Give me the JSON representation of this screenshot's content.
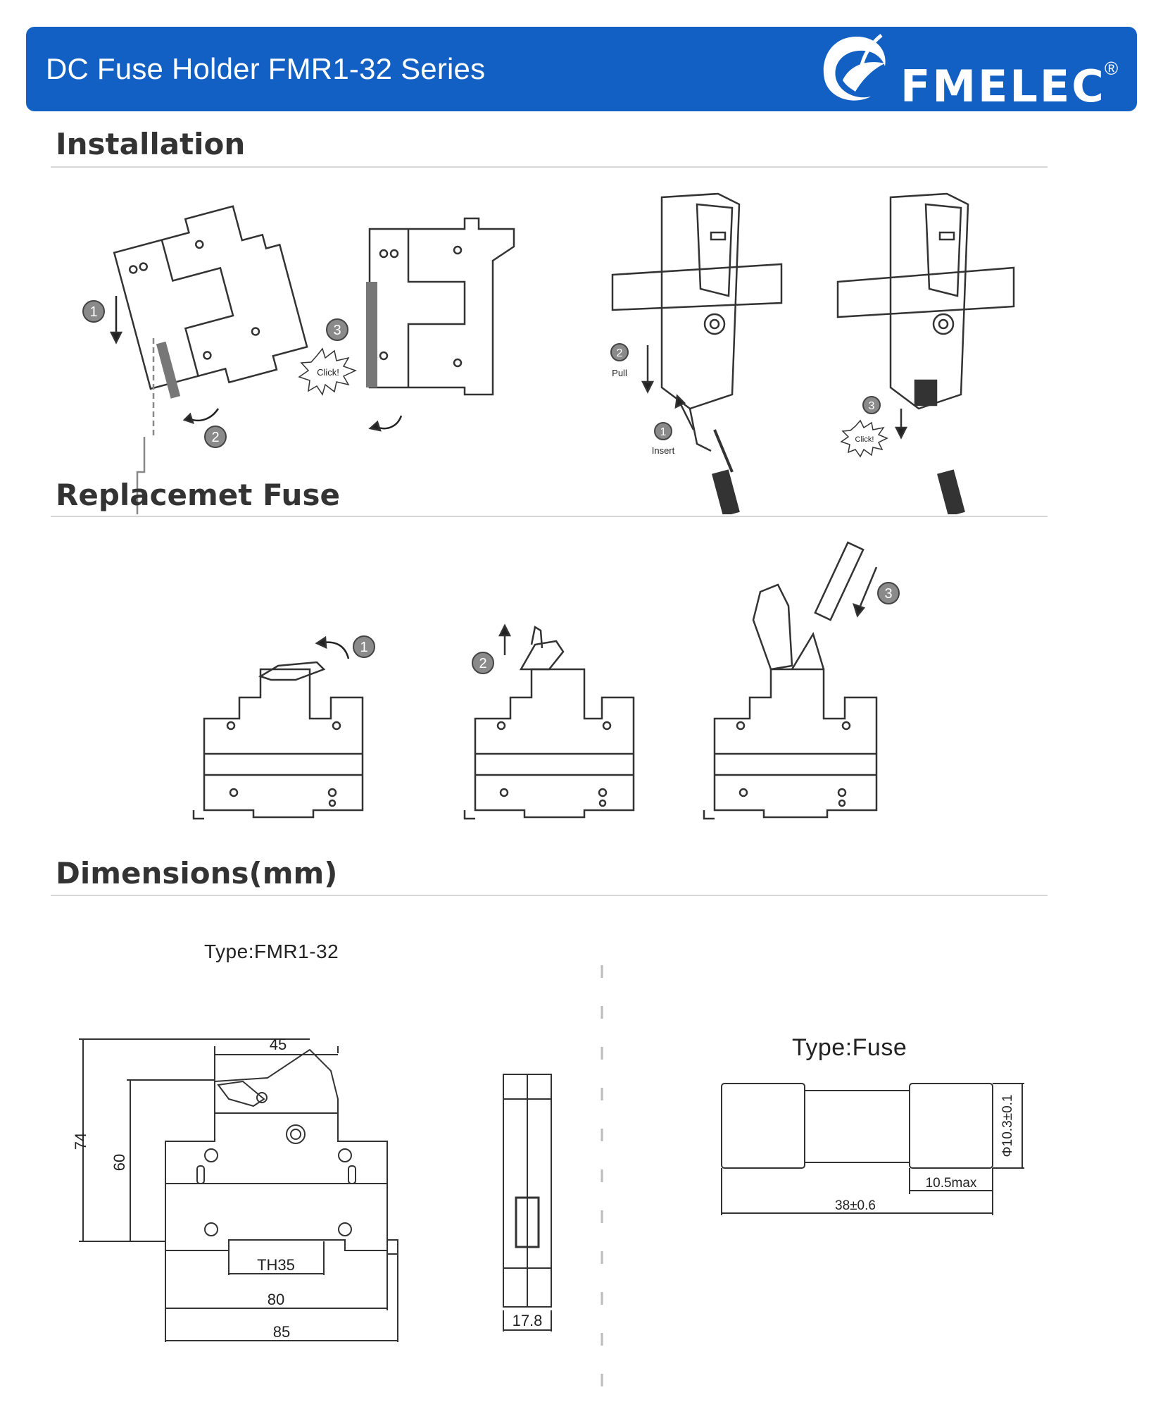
{
  "header": {
    "title": "DC Fuse Holder FMR1-32 Series",
    "brand": "FMELEC",
    "registered": "®",
    "colors": {
      "banner": "#1360c4",
      "text": "#ffffff"
    }
  },
  "sections": {
    "installation": "Installation",
    "replacement": "Replacemet Fuse",
    "dimensions": "Dimensions(mm)"
  },
  "installation": {
    "steps": [
      "1",
      "2",
      "3"
    ],
    "click": "Click!",
    "pull": "Pull",
    "insert": "Insert"
  },
  "replacement": {
    "steps": [
      "1",
      "2",
      "3"
    ]
  },
  "dimensions": {
    "holder_type": "Type:FMR1-32",
    "fuse_type": "Type:Fuse",
    "dim_45": "45",
    "dim_74": "74",
    "dim_60": "60",
    "dim_th35": "TH35",
    "dim_80": "80",
    "dim_85": "85",
    "dim_17_8": "17.8",
    "dim_diameter": "Φ10.3±0.1",
    "dim_10_5": "10.5max",
    "dim_38": "38±0.6"
  }
}
